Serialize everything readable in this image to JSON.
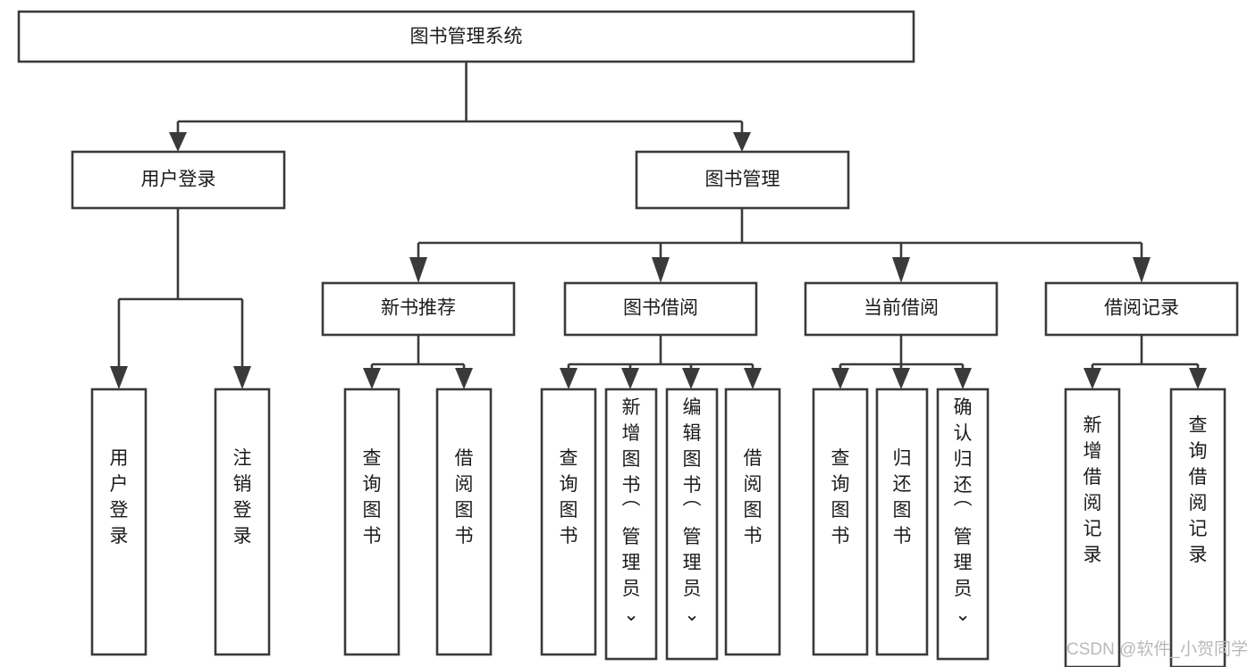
{
  "diagram": {
    "title": "图书管理系统",
    "type": "tree",
    "orientation": "top-down",
    "root": {
      "id": "root",
      "label": "图书管理系统",
      "text_direction": "horizontal"
    },
    "level2": [
      {
        "id": "user-login",
        "label": "用户登录",
        "text_direction": "horizontal"
      },
      {
        "id": "book-manage",
        "label": "图书管理",
        "text_direction": "horizontal"
      }
    ],
    "level3": [
      {
        "id": "new-book-recommend",
        "label": "新书推荐",
        "parent": "book-manage",
        "text_direction": "horizontal"
      },
      {
        "id": "book-borrow",
        "label": "图书借阅",
        "parent": "book-manage",
        "text_direction": "horizontal"
      },
      {
        "id": "current-borrow",
        "label": "当前借阅",
        "parent": "book-manage",
        "text_direction": "horizontal"
      },
      {
        "id": "borrow-record",
        "label": "借阅记录",
        "parent": "book-manage",
        "text_direction": "horizontal"
      }
    ],
    "leaves": [
      {
        "id": "leaf-user-login",
        "label": "用户登录",
        "parent": "user-login",
        "text_direction": "vertical"
      },
      {
        "id": "leaf-user-logout",
        "label": "注销登录",
        "parent": "user-login",
        "text_direction": "vertical"
      },
      {
        "id": "leaf-query-book-1",
        "label": "查询图书",
        "parent": "new-book-recommend",
        "text_direction": "vertical"
      },
      {
        "id": "leaf-borrow-book-1",
        "label": "借阅图书",
        "parent": "new-book-recommend",
        "text_direction": "vertical"
      },
      {
        "id": "leaf-query-book-2",
        "label": "查询图书",
        "parent": "book-borrow",
        "text_direction": "vertical"
      },
      {
        "id": "leaf-add-book",
        "label": "新增图书（管理员）",
        "parent": "book-borrow",
        "text_direction": "vertical"
      },
      {
        "id": "leaf-edit-book",
        "label": "编辑图书（管理员）",
        "parent": "book-borrow",
        "text_direction": "vertical"
      },
      {
        "id": "leaf-borrow-book-2",
        "label": "借阅图书",
        "parent": "book-borrow",
        "text_direction": "vertical"
      },
      {
        "id": "leaf-query-book-3",
        "label": "查询图书",
        "parent": "current-borrow",
        "text_direction": "vertical"
      },
      {
        "id": "leaf-return-book",
        "label": "归还图书",
        "parent": "current-borrow",
        "text_direction": "vertical"
      },
      {
        "id": "leaf-confirm-return",
        "label": "确认归还（管理员）",
        "parent": "current-borrow",
        "text_direction": "vertical"
      },
      {
        "id": "leaf-add-record",
        "label": "新增借阅记录",
        "parent": "borrow-record",
        "text_direction": "vertical"
      },
      {
        "id": "leaf-query-record",
        "label": "查询借阅记录",
        "parent": "borrow-record",
        "text_direction": "vertical"
      }
    ],
    "colors": {
      "stroke": "#3a3a3a",
      "fill": "#ffffff",
      "text": "#1b1b1b",
      "watermark": "#b9b9b9",
      "background": "#ffffff"
    }
  },
  "watermark": {
    "text": "CSDN @软件_小贺同学"
  }
}
